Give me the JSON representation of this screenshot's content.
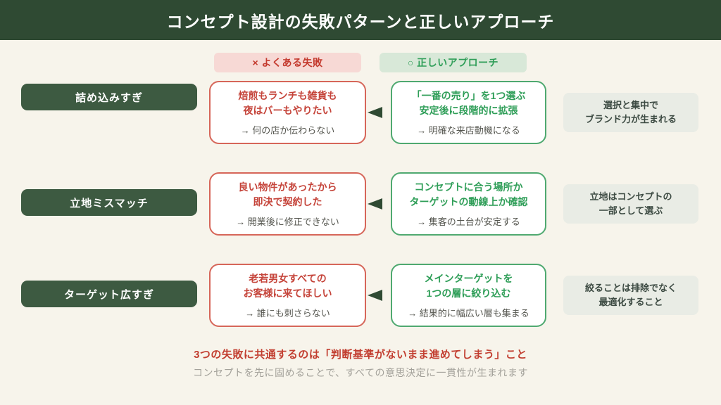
{
  "title": "コンセプト設計の失敗パターンと正しいアプローチ",
  "legend": {
    "failure": "× よくある失敗",
    "correct": "○ 正しいアプローチ"
  },
  "rows": [
    {
      "label": "詰め込みすぎ",
      "failure_line1": "焙煎もランチも雑貨も",
      "failure_line2": "夜はバーもやりたい",
      "failure_result": "→ 何の店か伝わらない",
      "correct_line1": "「一番の売り」を1つ選ぶ",
      "correct_line2": "安定後に段階的に拡張",
      "correct_result": "→ 明確な来店動機になる",
      "note_line1": "選択と集中で",
      "note_line2": "ブランド力が生まれる"
    },
    {
      "label": "立地ミスマッチ",
      "failure_line1": "良い物件があったから",
      "failure_line2": "即決で契約した",
      "failure_result": "→ 開業後に修正できない",
      "correct_line1": "コンセプトに合う場所か",
      "correct_line2": "ターゲットの動線上か確認",
      "correct_result": "→ 集客の土台が安定する",
      "note_line1": "立地はコンセプトの",
      "note_line2": "一部として選ぶ"
    },
    {
      "label": "ターゲット広すぎ",
      "failure_line1": "老若男女すべての",
      "failure_line2": "お客様に来てほしい",
      "failure_result": "→ 誰にも刺さらない",
      "correct_line1": "メインターゲットを",
      "correct_line2": "1つの層に絞り込む",
      "correct_result": "→ 結果的に幅広い層も集まる",
      "note_line1": "絞ることは排除でなく",
      "note_line2": "最適化すること"
    }
  ],
  "footer": {
    "highlight": "3つの失敗に共通するのは「判断基準がないまま進めてしまう」こと",
    "caption": "コンセプトを先に固めることで、すべての意思決定に一貫性が生まれます"
  },
  "colors": {
    "header_bg": "#2f4a33",
    "pill_bg": "#3d5a41",
    "page_bg": "#f7f4eb",
    "failure_text": "#c5443a",
    "failure_border": "#d66659",
    "failure_badge_bg": "#f7d9d5",
    "correct_text": "#2f9e58",
    "correct_border": "#4fa970",
    "correct_badge_bg": "#d8e8d8",
    "note_bg": "#e9ece5",
    "note_text": "#3c4a42",
    "footer_highlight": "#c23e30",
    "footer_caption": "#a3a19a",
    "arrow": "#2f4a33"
  }
}
